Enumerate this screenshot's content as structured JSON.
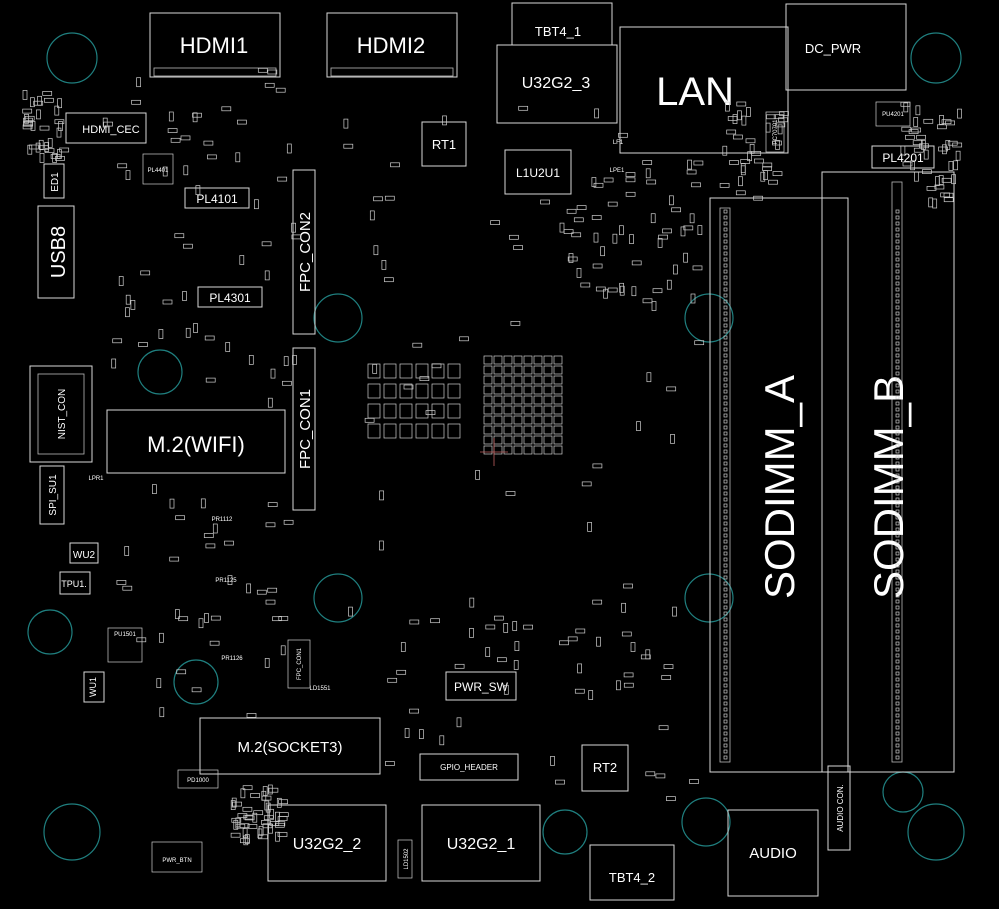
{
  "colors": {
    "background": "#000000",
    "silkscreen": "#ffffff",
    "mounting_hole": "#1f7f7f",
    "crosshair": "#c06060"
  },
  "labels": {
    "hdmi1": "HDMI1",
    "hdmi2": "HDMI2",
    "tbt4_1": "TBT4_1",
    "u32g2_3": "U32G2_3",
    "lan": "LAN",
    "dc_pwr": "DC_PWR",
    "hdmi_cec": "HDMI_CEC",
    "rt1": "RT1",
    "l1u2u1": "L1U2U1",
    "pl4201": "PL4201",
    "ed1": "ED1",
    "pl4101": "PL4101",
    "usb8": "USB8",
    "pl4301": "PL4301",
    "fpc_con2": "FPC_CON2",
    "fpc_con1": "FPC_CON1",
    "nist_con": "NIST_CON",
    "m2_wifi": "M.2(WIFI)",
    "sodimm_a": "SODIMM_A",
    "sodimm_b": "SODIMM_B",
    "spi_su1": "SPI_SU1",
    "wu2": "WU2",
    "tpu1": "TPU1.",
    "wu1": "WU1",
    "pwr_sw": "PWR_SW",
    "m2_socket3": "M.2(SOCKET3)",
    "gpio_header": "GPIO_HEADER",
    "rt2": "RT2",
    "u32g2_2": "U32G2_2",
    "u32g2_1": "U32G2_1",
    "tbt4_2": "TBT4_2",
    "audio": "AUDIO",
    "audio_con": "AUDIO CON."
  },
  "small_labels": {
    "pl4401": "PL4401",
    "pu1501": "PU1501",
    "pd1000": "PD1000",
    "pwr_btn": "PWR_BTN",
    "pr1125": "PR1125",
    "pr1126": "PR1126",
    "pr1112": "PR1112",
    "fpc_con1_small": "FPC_CON1",
    "lpr1": "LPR1",
    "ld1551": "LD1551",
    "pu4201": "PU4201",
    "pc70701": "PC70701",
    "lf1": "LF1",
    "lpe1": "LPE1",
    "ld1502": "LD1502"
  }
}
